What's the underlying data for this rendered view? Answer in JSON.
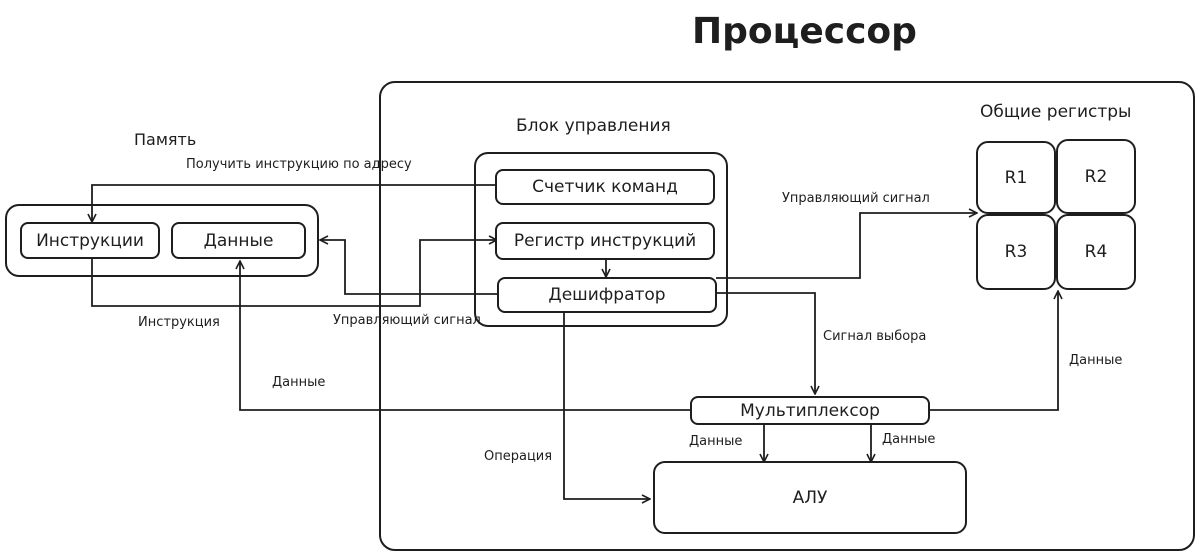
{
  "title": "Процессор",
  "memory": {
    "heading": "Память",
    "instructions": "Инструкции",
    "data": "Данные"
  },
  "control_unit": {
    "heading": "Блок управления",
    "program_counter": "Счетчик команд",
    "instruction_register": "Регистр инструкций",
    "decoder": "Дешифратор"
  },
  "registers": {
    "heading": "Общие регистры",
    "items": [
      "R1",
      "R2",
      "R3",
      "R4"
    ]
  },
  "multiplexer": "Мультиплексор",
  "alu": "АЛУ",
  "labels": {
    "fetch_instruction": "Получить инструкцию по адресу",
    "control_signal_left": "Управляющий сигнал",
    "control_signal_top": "Управляющий сигнал",
    "instruction": "Инструкция",
    "data_left": "Данные",
    "select_signal": "Сигнал выбора",
    "data_right": "Данные",
    "operation": "Операция",
    "data_mux_left": "Данные",
    "data_mux_right": "Данные"
  }
}
